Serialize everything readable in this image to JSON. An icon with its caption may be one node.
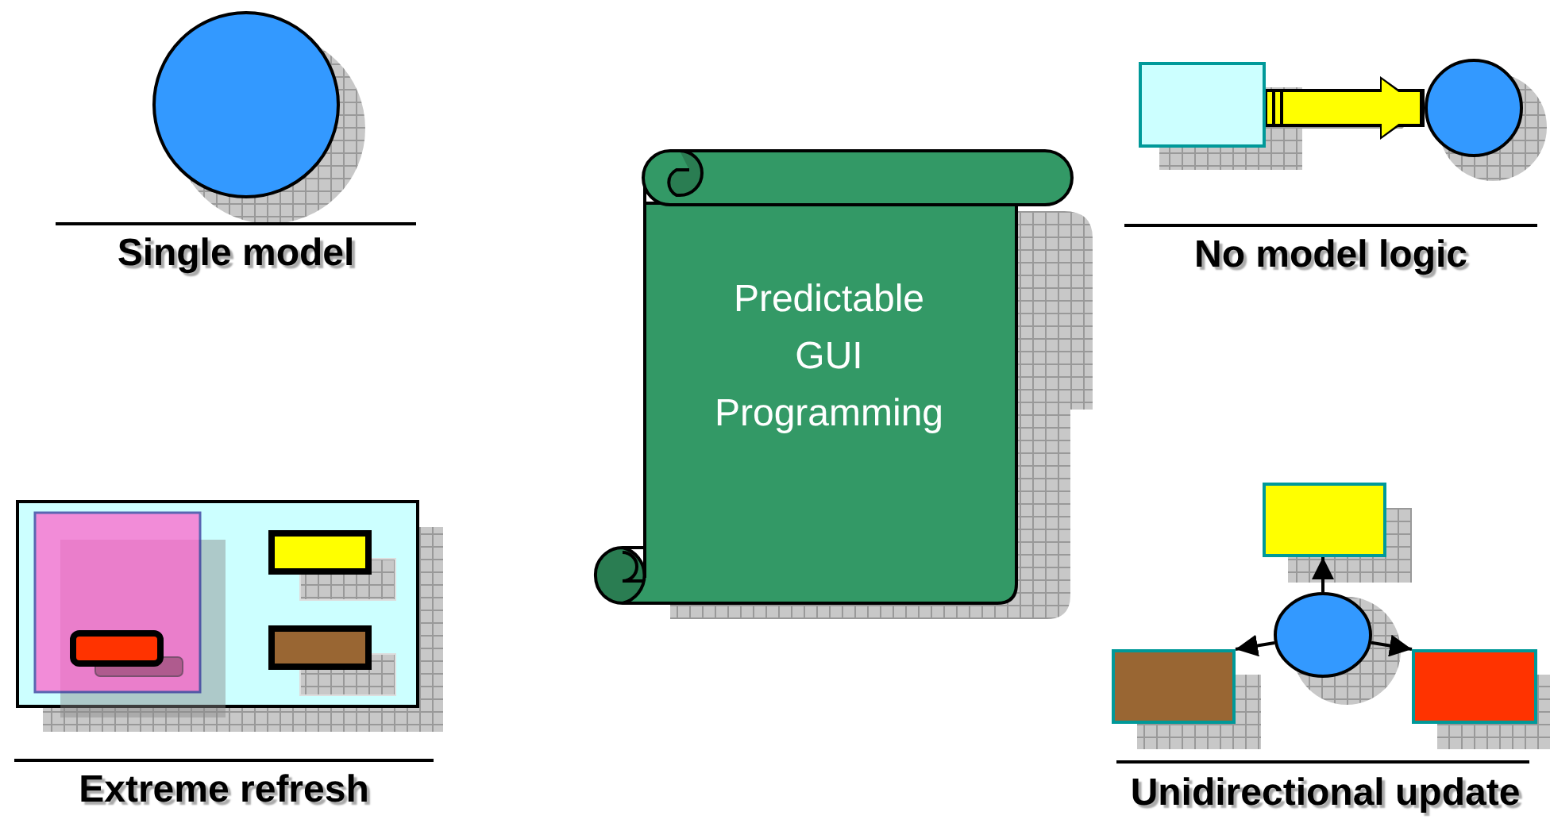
{
  "diagram": {
    "nodes": [
      {
        "text": [],
        "shape": "box"
      },
      {
        "text": [],
        "shape": "circle"
      },
      {
        "text": [
          "Predictable GUI Programming"
        ]
      },
      {
        "text": [],
        "shape": "box"
      },
      {
        "text": [],
        "shape": "circle"
      },
      {
        "text": [],
        "shape": "box"
      },
      {
        "text": [],
        "shape": "box"
      }
    ],
    "edges": [
      {
        "from": 0,
        "to": 1,
        "arrow": "to",
        "style": "thick",
        "color": "#ffff00"
      },
      {
        "from": 4,
        "to": 3,
        "arrow": "to"
      },
      {
        "from": 4,
        "to": 5,
        "arrow": "to"
      },
      {
        "from": 4,
        "to": 6,
        "arrow": "to"
      }
    ],
    "labels": [
      "Single model",
      "No model logic",
      "Extreme refresh",
      "Unidirectional update"
    ]
  }
}
